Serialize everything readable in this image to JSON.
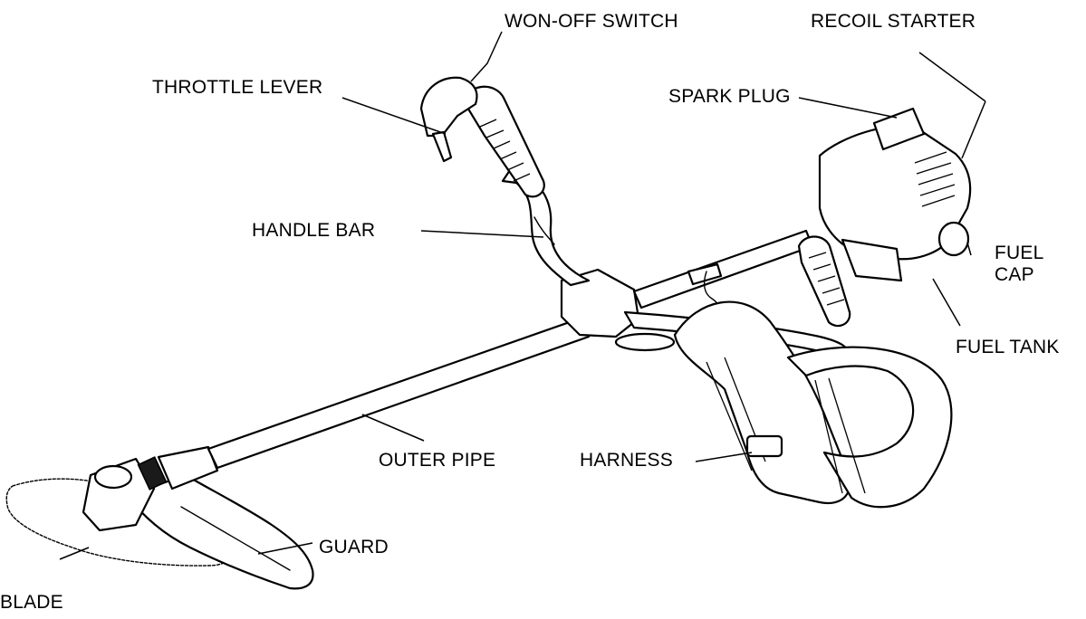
{
  "diagram": {
    "labels": {
      "on_off_switch": "WON-OFF SWITCH",
      "recoil_starter": "RECOIL STARTER",
      "throttle_lever": "THROTTLE LEVER",
      "spark_plug": "SPARK PLUG",
      "handle_bar": "HANDLE BAR",
      "fuel_cap_line1": "FUEL",
      "fuel_cap_line2": "CAP",
      "fuel_tank": "FUEL TANK",
      "outer_pipe": "OUTER PIPE",
      "harness": "HARNESS",
      "guard": "GUARD",
      "blade": "BLADE"
    }
  }
}
